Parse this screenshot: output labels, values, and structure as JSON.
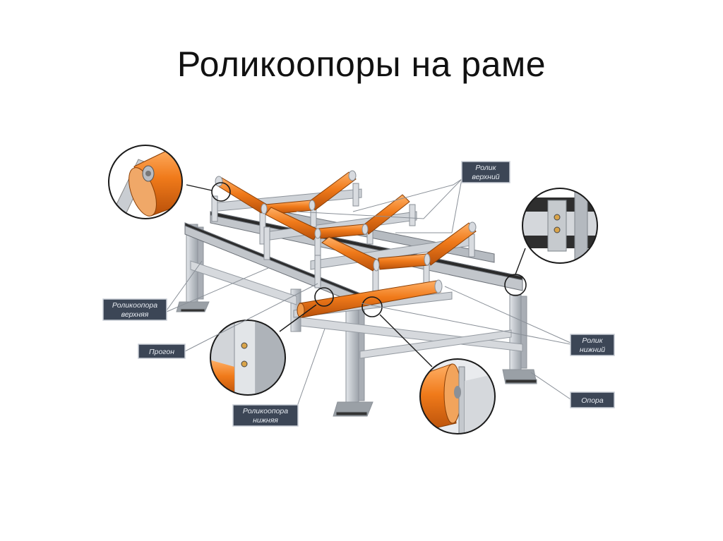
{
  "title": "Роликоопоры на раме",
  "labels": {
    "roller_top": [
      "Ролик",
      "верхний"
    ],
    "roller_support_top": [
      "Роликоопора",
      "верхняя"
    ],
    "purlin": [
      "Прогон"
    ],
    "roller_support_bottom": [
      "Роликоопора",
      "нижняя"
    ],
    "roller_bottom": [
      "Ролик",
      "нижний"
    ],
    "support": [
      "Опора"
    ]
  },
  "colors": {
    "roller_orange": "#f07a1a",
    "frame_steel": "#c8ccd2",
    "label_bg": "#3c4656"
  }
}
